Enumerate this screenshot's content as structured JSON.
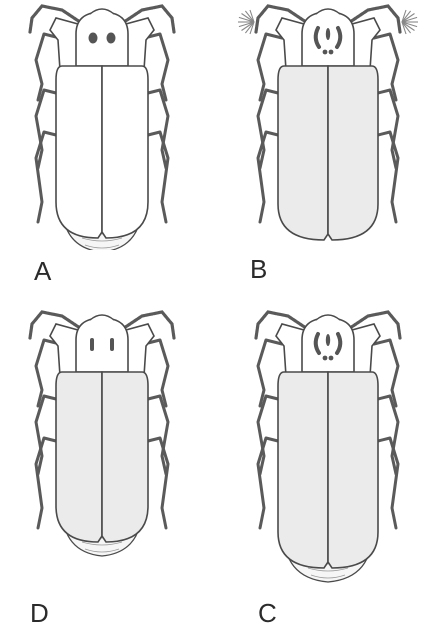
{
  "figure": {
    "panels": [
      {
        "label": "A",
        "variant": "pale-elytra-round-eyes"
      },
      {
        "label": "B",
        "variant": "shaded-elytra-feathered-antennae-marked-pronotum"
      },
      {
        "label": "D",
        "variant": "shaded-elytra-bar-eyes-pale-abdomen"
      },
      {
        "label": "C",
        "variant": "shaded-elytra-marked-pronotum-wide-body"
      }
    ],
    "colors": {
      "outline": "#4a4a4a",
      "leg": "#5a5a5a",
      "elytra_pale": "#ffffff",
      "elytra_shaded": "#ebebeb",
      "abdomen": "#f6f6f6",
      "spot": "#555555",
      "label": "#2b2b2b"
    }
  }
}
